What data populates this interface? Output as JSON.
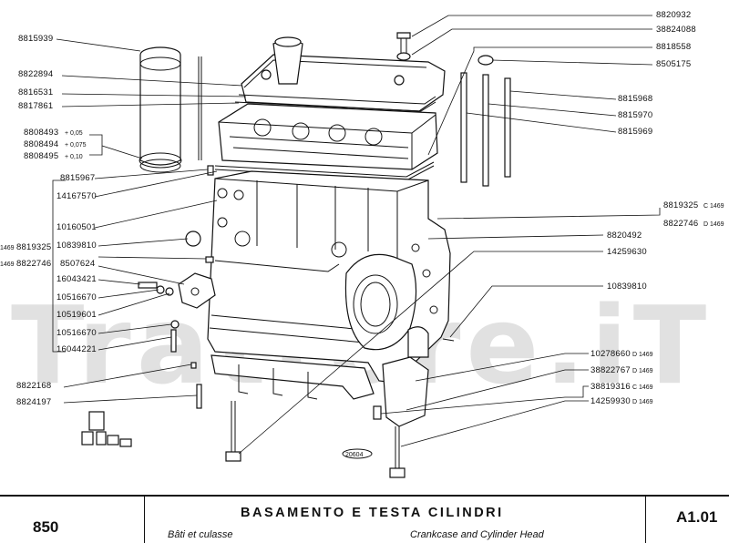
{
  "watermark": "Trattore.iT",
  "drawing_code": "20604",
  "left_labels": [
    {
      "part": "8815939",
      "suffix": ""
    },
    {
      "part": "8822894",
      "suffix": ""
    },
    {
      "part": "8816531",
      "suffix": ""
    },
    {
      "part": "8817861",
      "suffix": ""
    },
    {
      "part": "8808493",
      "suffix": "+ 0,05"
    },
    {
      "part": "8808494",
      "suffix": "+ 0,075"
    },
    {
      "part": "8808495",
      "suffix": "+ 0,10"
    },
    {
      "part": "8815967",
      "suffix": ""
    },
    {
      "part": "14167570",
      "suffix": ""
    },
    {
      "part": "10160501",
      "suffix": ""
    },
    {
      "part": "10839810",
      "suffix": ""
    },
    {
      "part": "8507624",
      "suffix": ""
    },
    {
      "part": "16043421",
      "suffix": ""
    },
    {
      "part": "10516670",
      "suffix": ""
    },
    {
      "part": "10519601",
      "suffix": ""
    },
    {
      "part": "10516670",
      "suffix": ""
    },
    {
      "part": "16044221",
      "suffix": ""
    },
    {
      "part": "8822168",
      "suffix": ""
    },
    {
      "part": "8824197",
      "suffix": ""
    }
  ],
  "left_edge_labels": [
    {
      "prefix": "1469",
      "part": "8819325"
    },
    {
      "prefix": "1469",
      "part": "8822746"
    }
  ],
  "right_labels": [
    {
      "part": "8820932",
      "suffix": ""
    },
    {
      "part": "38824088",
      "suffix": ""
    },
    {
      "part": "8818558",
      "suffix": ""
    },
    {
      "part": "8505175",
      "suffix": ""
    },
    {
      "part": "8815968",
      "suffix": ""
    },
    {
      "part": "8815970",
      "suffix": ""
    },
    {
      "part": "8815969",
      "suffix": ""
    },
    {
      "part": "8819325",
      "suffix": "C 1469"
    },
    {
      "part": "8822746",
      "suffix": "D 1469"
    },
    {
      "part": "8820492",
      "suffix": ""
    },
    {
      "part": "14259630",
      "suffix": ""
    },
    {
      "part": "10839810",
      "suffix": ""
    },
    {
      "part": "10278660",
      "suffix": "D 1469"
    },
    {
      "part": "38822767",
      "suffix": "D 1469"
    },
    {
      "part": "38819316",
      "suffix": "C 1469"
    },
    {
      "part": "14259930",
      "suffix": "D 1469"
    }
  ],
  "footer": {
    "page": "850",
    "title_it": "BASAMENTO E TESTA CILINDRI",
    "title_fr": "Bâti et culasse",
    "title_en": "Crankcase and Cylinder Head",
    "code": "A1.01"
  }
}
